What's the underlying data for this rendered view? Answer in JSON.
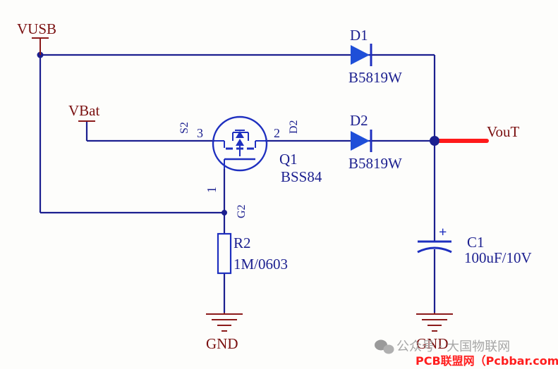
{
  "colors": {
    "wire": "#1b1f8f",
    "power_symbol": "#8b1a1a",
    "component": "#1e2fbf",
    "diode_fill": "#1f4fd8",
    "junction": "#1b1f8f",
    "output": "#ff1a1a",
    "designator": "#1b1f8f",
    "net_label": "#7a1010",
    "background": "#fdfdfb",
    "watermark_red": "#ff1e1e"
  },
  "nets": {
    "vusb": "VUSB",
    "vbat": "VBat",
    "vout": "VouT",
    "gnd_left": "GND",
    "gnd_right": "GND"
  },
  "components": {
    "d1": {
      "ref": "D1",
      "value": "B5819W"
    },
    "d2": {
      "ref": "D2",
      "value": "B5819W"
    },
    "q1": {
      "ref": "Q1",
      "value": "BSS84",
      "pin_source_name": "S2",
      "pin_source_num": "3",
      "pin_drain_name": "D2",
      "pin_drain_num": "2",
      "pin_gate_name": "G2",
      "pin_gate_num": "1"
    },
    "r2": {
      "ref": "R2",
      "value": "1M/0603"
    },
    "c1": {
      "ref": "C1",
      "value": "100uF/10V",
      "polarity": "+"
    }
  },
  "watermark": {
    "line1": "公众号 · 大国物联网",
    "line2": "PCB联盟网（Pcbbar.com）",
    "icon": "wechat-icon"
  }
}
